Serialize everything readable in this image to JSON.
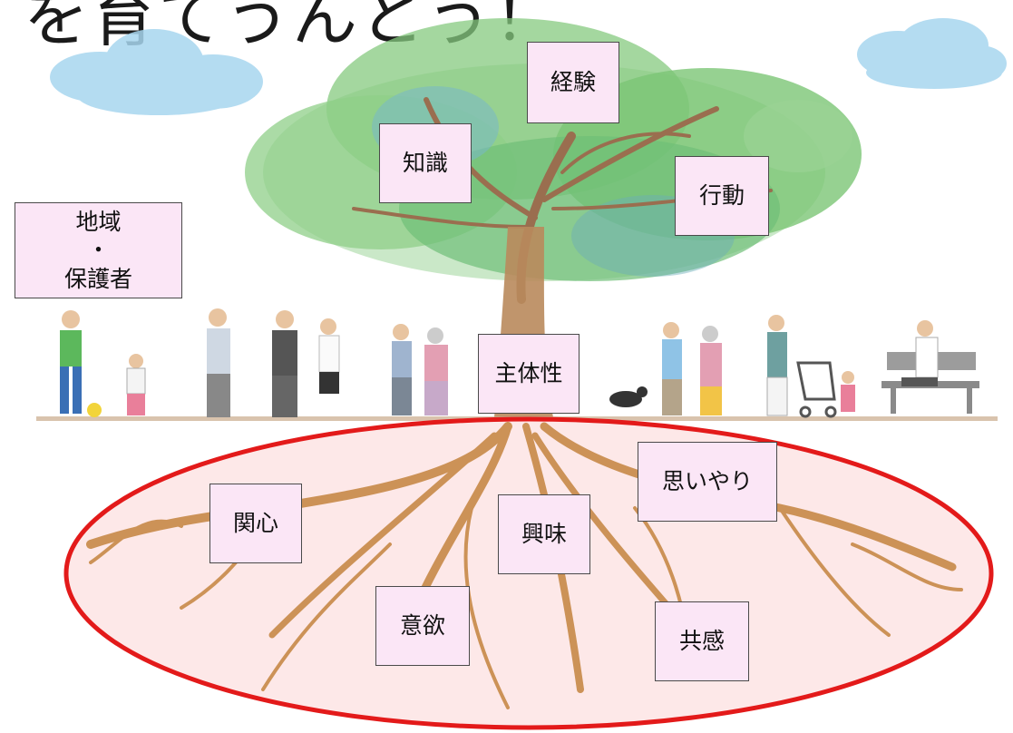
{
  "title": "を育てうんとう！",
  "colors": {
    "label_fill": "#fbe6f6",
    "ellipse_stroke": "#e31a1a",
    "ellipse_fill": "#fde8e8",
    "foliage": "#7cc576",
    "trunk": "#b98a5c",
    "roots": "#c4843e",
    "cloud": "#8cc8e6"
  },
  "labels": {
    "keiken": "経験",
    "chishiki": "知識",
    "koudou": "行動",
    "chiiki_line1": "地域",
    "chiiki_line2": "・",
    "chiiki_line3": "保護者",
    "shutaisei": "主体性",
    "kanshin": "関心",
    "kyoumi": "興味",
    "omoiyari": "思いやり",
    "iyoku": "意欲",
    "kyoukan": "共感"
  }
}
